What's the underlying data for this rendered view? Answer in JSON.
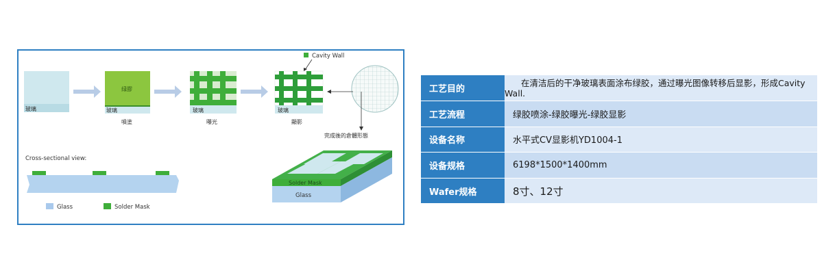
{
  "diagram": {
    "stages": [
      {
        "substrate": "玻璃",
        "caption": ""
      },
      {
        "substrate": "玻璃",
        "layer": "绿膠",
        "caption": "噴塗"
      },
      {
        "substrate": "玻璃",
        "caption": "曝光"
      },
      {
        "substrate": "玻璃",
        "caption": "顯影"
      }
    ],
    "cavity_wall_label": "Cavity Wall",
    "completed_label": "完成後的倉體形態",
    "cross_section": {
      "title": "Cross-sectional view:",
      "legend": [
        {
          "label": "Glass",
          "color": "#a9c9ec"
        },
        {
          "label": "Solder Mask",
          "color": "#3fae3a"
        }
      ]
    },
    "block": {
      "top_label": "Solder Mask",
      "base_label": "Glass"
    },
    "colors": {
      "glass": "#a9c9ec",
      "mask": "#3fae3a",
      "arrow": "#b8cce6",
      "frame": "#2e7fc2"
    }
  },
  "spec_table": {
    "rows": [
      {
        "key": "工艺目的",
        "value": "在清洁后的干净玻璃表面涂布绿胶，通过曝光图像转移后显影，形成Cavity Wall."
      },
      {
        "key": "工艺流程",
        "value": "绿胶喷涂-绿胶曝光-绿胶显影"
      },
      {
        "key": "设备名称",
        "value": "水平式CV显影机YD1004-1"
      },
      {
        "key": "设备规格",
        "value": "6198*1500*1400mm"
      },
      {
        "key": "Wafer规格",
        "value": "8寸、12寸"
      }
    ]
  }
}
